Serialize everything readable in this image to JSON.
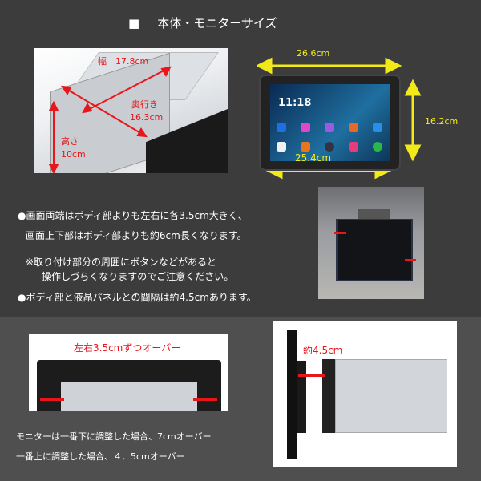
{
  "title": {
    "bullet": "■",
    "text": "本体・モニターサイズ"
  },
  "body_dims": {
    "width": "幅　17.8cm",
    "depth_label": "奥行き",
    "depth": "16.3cm",
    "height_label": "高さ",
    "height": "10cm"
  },
  "monitor_dims": {
    "top_width": "26.6cm",
    "bottom_width": "25.4cm",
    "height": "16.2cm",
    "clock": "11:18"
  },
  "notes": [
    "●画面両端はボディ部よりも左右に各3.5cm大きく、",
    "画面上下部はボディ部よりも約6cm長くなります。",
    "※取り付け部分の周囲にボタンなどがあると",
    "操作しづらくなりますのでご注意ください。",
    "●ボディ部と液晶パネルとの間隔は約4.5cmあります。"
  ],
  "overhang_label": "左右3.5cmずつオーバー",
  "gap_label": "約4.5cm",
  "bottom_notes": [
    "モニターは一番下に調整した場合、7cmオーバー",
    "一番上に調整した場合、４．5cmオーバー"
  ],
  "colors": {
    "annotation_red": "#e8161b",
    "annotation_yellow": "#f2ea18",
    "background_top": "#3c3c3c",
    "background_bottom": "#4f4f4f"
  }
}
